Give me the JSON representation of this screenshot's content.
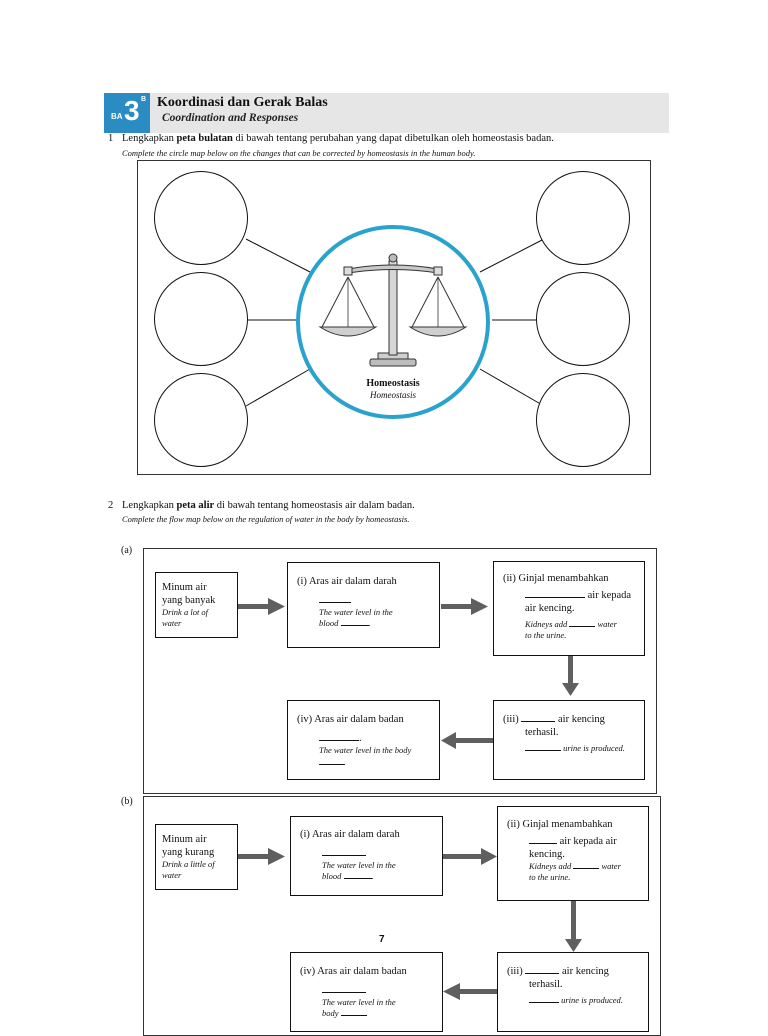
{
  "header": {
    "badge_prefix": "BA",
    "badge_number": "3",
    "badge_suffix": "B",
    "title": "Koordinasi dan Gerak Balas",
    "subtitle": "Coordination and Responses"
  },
  "question1": {
    "number": "1",
    "text_before": "Lengkapkan ",
    "text_bold": "peta bulatan",
    "text_after": " di bawah tentang perubahan yang dapat dibetulkan oleh homeostasis badan.",
    "translation": "Complete the circle map below on the changes that can be corrected by homeostasis in the human body.",
    "center_label": "Homeostasis",
    "center_sublabel": "Homeostasis",
    "scale_icon": "balance-scale-icon"
  },
  "question2": {
    "number": "2",
    "text_before": "Lengkapkan ",
    "text_bold": "peta alir",
    "text_after": " di bawah tentang homeostasis air dalam badan.",
    "translation": "Complete the flow map below on the regulation of water in the body by homeostasis."
  },
  "flow_a": {
    "label": "(a)",
    "start": {
      "line1": "Minum air",
      "line2": "yang banyak",
      "en1": "Drink a lot of",
      "en2": "water"
    },
    "step1": {
      "title": "(i) Aras air dalam darah",
      "en1": "The water level in the",
      "en2": "blood"
    },
    "step2": {
      "title": "(ii) Ginjal menambahkan",
      "line2": "air kepada",
      "line3": "air kencing.",
      "en1": "Kidneys add",
      "en1b": "water",
      "en2": "to the urine."
    },
    "step3": {
      "title": "(iii)",
      "title_rest": "air kencing",
      "line2": "terhasil.",
      "en1": "urine is produced."
    },
    "step4": {
      "title": "(iv) Aras air dalam badan",
      "en1": "The water level in the body"
    }
  },
  "flow_b": {
    "label": "(b)",
    "start": {
      "line1": "Minum air",
      "line2": "yang kurang",
      "en1": "Drink a little of",
      "en2": "water"
    },
    "step1": {
      "title": "(i) Aras air dalam darah",
      "en1": "The water level in the",
      "en2": "blood"
    },
    "step2": {
      "title": "(ii) Ginjal menambahkan",
      "line2": "air kepada air",
      "line3": "kencing.",
      "en1": "Kidneys add",
      "en1b": "water",
      "en2": "to the urine."
    },
    "step3": {
      "title": "(iii)",
      "title_rest": "air kencing",
      "line2": "terhasil.",
      "en1": "urine is produced."
    },
    "step4": {
      "title": "(iv) Aras air dalam badan",
      "en1": "The water level in the",
      "en2": "body"
    }
  },
  "page_number": "7",
  "colors": {
    "badge": "#2b8cc4",
    "header_bar": "#e6e6e6",
    "center_ring": "#2aa3cc",
    "arrow": "#5f5f5f"
  }
}
